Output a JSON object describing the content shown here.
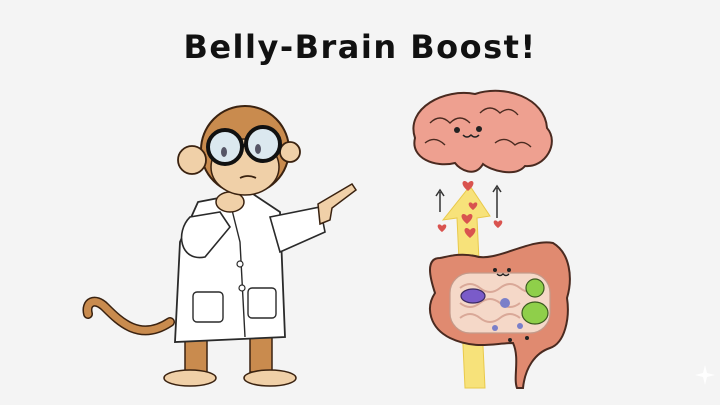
{
  "title": "Belly-Brain Boost!",
  "illustration": {
    "character": "monkey-scientist",
    "character_details": [
      "round-glasses",
      "white-lab-coat",
      "pointing-finger",
      "hand-on-chin"
    ],
    "brain": {
      "expression": "smiling",
      "color": "#eea090"
    },
    "gut": {
      "expression": "smiling",
      "color": "#e08a70",
      "microbes": [
        "purple-bacterium",
        "green-bacterium",
        "small-blue-dots"
      ]
    },
    "arrow": {
      "direction": "up",
      "color": "#f7e27a"
    },
    "hearts_color": "#d9534f"
  },
  "watermark": "sparkle-icon"
}
